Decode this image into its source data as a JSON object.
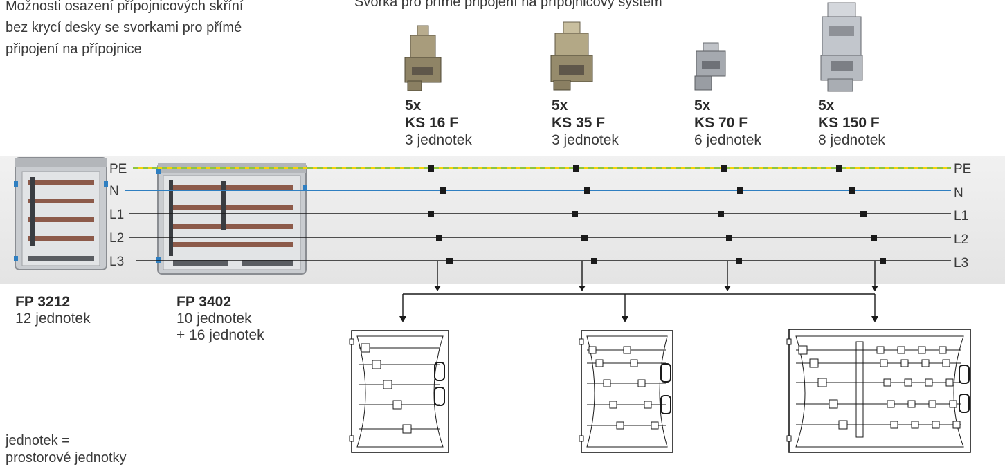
{
  "intro": {
    "lines": [
      "Možnosti osazení přípojnicových skříní",
      "bez krycí desky se svorkami pro přímé",
      "připojení na přípojnice"
    ]
  },
  "clamps_caption": "Svorka pro přímé připojení na přípojnicový systém",
  "clamps": [
    {
      "qty": "5x",
      "model": "KS 16 F",
      "units": "3 jednotek"
    },
    {
      "qty": "5x",
      "model": "KS 35 F",
      "units": "3 jednotek"
    },
    {
      "qty": "5x",
      "model": "KS 70 F",
      "units": "6 jednotek"
    },
    {
      "qty": "5x",
      "model": "KS 150 F",
      "units": "8 jednotek"
    }
  ],
  "busbars": [
    {
      "label": "PE",
      "color": "#8ec63f"
    },
    {
      "label": "N",
      "color": "#2f7fc1"
    },
    {
      "label": "L1",
      "color": "#1a1a1a"
    },
    {
      "label": "L2",
      "color": "#1a1a1a"
    },
    {
      "label": "L3",
      "color": "#1a1a1a"
    }
  ],
  "enclosures": [
    {
      "model": "FP 3212",
      "lines": [
        "12 jednotek"
      ]
    },
    {
      "model": "FP 3402",
      "lines": [
        "10 jednotek",
        "+ 16 jednotek"
      ]
    }
  ],
  "footnote": [
    "jednotek =",
    "prostorové jednotky"
  ],
  "colors": {
    "pe_stripe": "#f5d10a",
    "band": "#e8e8e8",
    "metal": "#9a8f7a"
  }
}
